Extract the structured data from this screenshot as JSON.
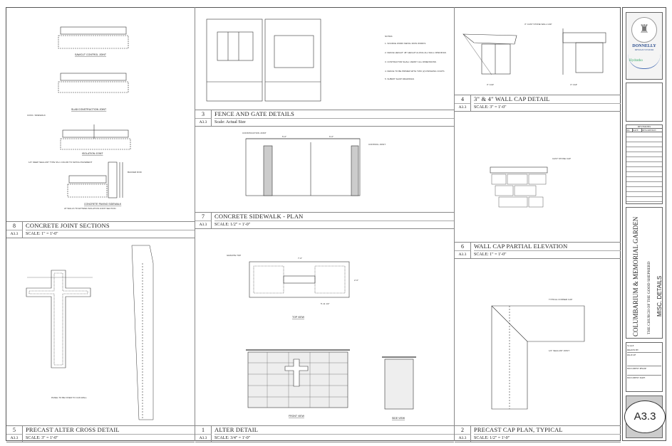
{
  "sheet": {
    "number": "A3.3"
  },
  "details": [
    {
      "num": "8",
      "sheet": "A3.3",
      "name": "CONCRETE JOINT SECTIONS",
      "scale": "SCALE: 1\" = 1'-0\""
    },
    {
      "num": "5",
      "sheet": "A3.3",
      "name": "PRECAST ALTER CROSS DETAIL",
      "scale": "SCALE: 3\" = 1'-0\""
    },
    {
      "num": "3",
      "sheet": "A3.3",
      "name": "FENCE AND GATE DETAILS",
      "scale": "Scale: Actual Size"
    },
    {
      "num": "7",
      "sheet": "A3.3",
      "name": "CONCRETE SIDEWALK - PLAN",
      "scale": "SCALE: 1/2\" = 1'-0\""
    },
    {
      "num": "1",
      "sheet": "A3.3",
      "name": "ALTER DETAIL",
      "scale": "SCALE: 3/4\" = 1'-0\""
    },
    {
      "num": "4",
      "sheet": "A3.3",
      "name": "3\" & 4\" WALL CAP DETAIL",
      "scale": "SCALE: 3\" = 1'-0\""
    },
    {
      "num": "6",
      "sheet": "A3.3",
      "name": "WALL CAP PARTIAL ELEVATION",
      "scale": "SCALE: 1\" = 1'-0\""
    },
    {
      "num": "2",
      "sheet": "A3.3",
      "name": "PRECAST CAP PLAN, TYPICAL",
      "scale": "SCALE: 1/2\" = 1'-0\""
    }
  ],
  "labels": {
    "sawcut": "SAWCUT CONTROL JOINT",
    "slab": "SLAB CONSTRUCTION JOINT",
    "isolation": "ISOLATION JOINT",
    "paving": "CONCRETE PAVING SIDEWALK",
    "paving_sub": "AT WALLS TO EXTEND ISOLATION JOINT SECTION",
    "conc_sidewalk": "CONC. SIDEWALK",
    "sealant": "1/2\" DEEP SEALANT TYPE SS-1 COLOR TO MATCH PAVEMENT",
    "backer": "BACKER ROD",
    "notes_title": "NOTES:",
    "notes": [
      "1. SOURCE WORK METAL IRON WORKS",
      "2. FENCE HEIGHT: 48\" HEIGHT ALONG ALL WALL OPENINGS",
      "3. CONTRACTOR SHALL VERIFY ALL DIMENSIONS",
      "4. FENCE TO BE PRIMED WITH TWO (2) FINISHING COATS",
      "5. SUBMIT SHOP DRAWINGS"
    ],
    "dim_fence_a": "5'-0\"",
    "dim_fence_b": "6'-0\"",
    "construction_joint": "CONSTRUCTION JOINT",
    "control_joint": "CONTROL JOINT",
    "dim_top": "7'-0\"",
    "dim_side": "2'-6\"",
    "dim_bottom": "5'-11 1/2\"",
    "granite": "GRANITE TOP",
    "top_view": "TOP VIEW",
    "front_view": "FRONT VIEW",
    "side_view": "SIDE VIEW",
    "cap3": "3\" CAP",
    "cap4": "4\" CAP",
    "cast_stone": "3\" CAST STONE WALL CAP",
    "cast_stone_cap": "CAST STONE CAP",
    "typical_corner": "TYPICAL CORNER CAP",
    "joint": "1/2\" SEALANT JOINT",
    "cross_note": "PANEL TO BE FIXED TO CAN WALL"
  },
  "title_block": {
    "firm": "DONNELLY",
    "firm_sub": "DESIGN STUDIO",
    "partner": "Hydratho",
    "revisions": "REVISIONS",
    "rev_cols": [
      "NO.",
      "DATE",
      "DESCRIPTION"
    ],
    "project": "COLUMBARIUM & MEMORIAL GARDEN",
    "client": "THE CHURCH OF THE GOOD SHEPHERD",
    "sheet_title": "MISC. DETAILS",
    "fields": [
      "SCALE",
      "DRAWN BY",
      "PAGE OF",
      "DOCUMENT PHASE",
      "DOCUMENT DATE"
    ]
  }
}
